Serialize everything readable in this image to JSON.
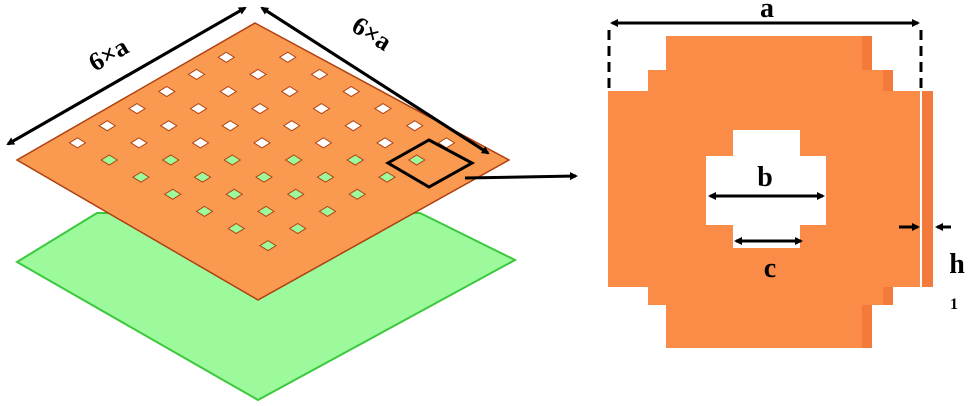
{
  "left_view": {
    "dim_left_label": "6×a",
    "dim_right_label": "6×a",
    "top_plate_color": "#FA9A50",
    "top_plate_edge_color": "#B04010",
    "ground_plate_color": "#9CFA9C",
    "ground_plate_edge_color": "#3CC83C",
    "grid_size": 6
  },
  "right_view": {
    "dim_a_label": "a",
    "dim_b_label": "b",
    "dim_c_label": "c",
    "dim_h_label": "h",
    "dim_h_subscript": "1",
    "unit_color": "#FA8C48",
    "shade_color": "#F47A3C"
  }
}
